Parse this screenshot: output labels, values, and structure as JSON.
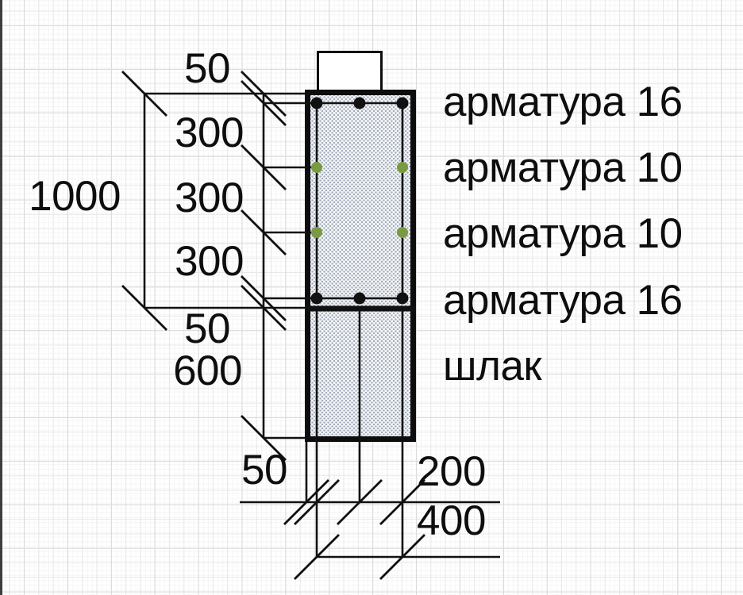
{
  "dimensions": {
    "top_cover": "50",
    "spacing_1": "300",
    "spacing_2": "300",
    "spacing_3": "300",
    "total_height": "1000",
    "bottom_cover": "50",
    "slag_depth": "600",
    "side_cover": "50",
    "bar_spacing": "200",
    "bar_span": "400"
  },
  "annotations": {
    "rebar_top": "арматура 16",
    "rebar_upper_mid": "арматура 10",
    "rebar_lower_mid": "арматура 10",
    "rebar_bottom": "арматура 16",
    "fill_material": "шлак"
  },
  "colors": {
    "line": "#111111",
    "rebar_16_dot": "#111111",
    "rebar_10_dot": "#7a9a42"
  }
}
